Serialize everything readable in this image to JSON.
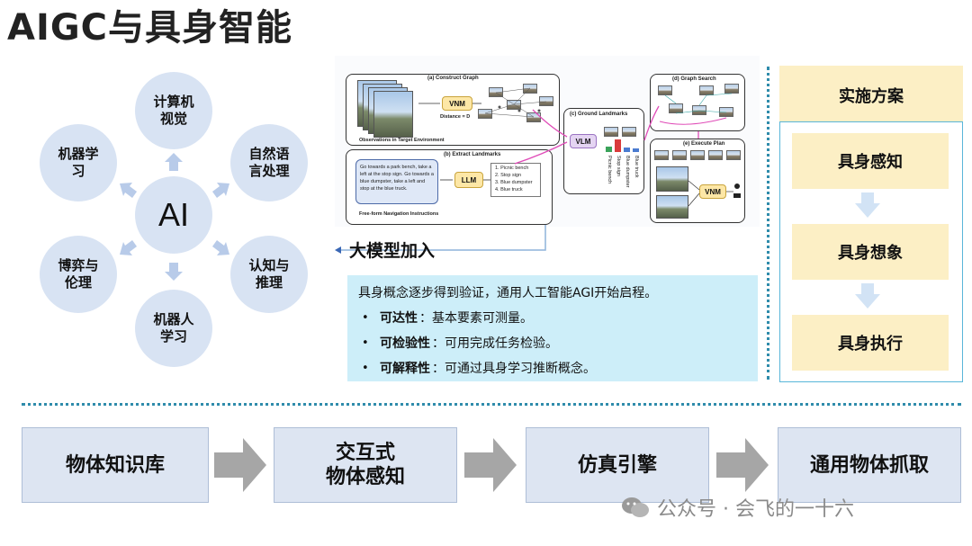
{
  "title": "AIGC与具身智能",
  "wheel": {
    "center": "AI",
    "nodes": [
      {
        "label": "计算机\n视觉"
      },
      {
        "label": "自然语\n言处理"
      },
      {
        "label": "认知与\n推理"
      },
      {
        "label": "机器人\n学习"
      },
      {
        "label": "博弈与\n伦理"
      },
      {
        "label": "机器学\n习"
      }
    ]
  },
  "figure": {
    "panels": {
      "construct": "(a) Construct Graph",
      "extract": "(b) Extract Landmarks",
      "ground": "(c) Ground Landmarks",
      "search": "(d) Graph Search",
      "execute": "(e) Execute Plan"
    },
    "obs_caption": "Observations in Target Environment",
    "distance": "Distance = D",
    "instructions_caption": "Free-form Navigation Instructions",
    "instruction_text": "Go towards a park bench, take a left at the stop sign. Go towards a blue dumpster, take a left and stop at the blue truck.",
    "modules": {
      "vnm": "VNM",
      "llm": "LLM",
      "vlm": "VLM",
      "vnm2": "VNM"
    },
    "landmarks": [
      "1. Picnic bench",
      "2. Stop sign",
      "3. Blue dumpster",
      "4. Blue truck"
    ],
    "bar_labels": [
      "Picnic bench",
      "Stop sign",
      "Blue dumpster",
      "Blue truck"
    ],
    "bar_colors": [
      "#3aa35a",
      "#d93b3b",
      "#4a7bd0",
      "#4a7bd0"
    ]
  },
  "big_model_label": "大模型加入",
  "info": {
    "intro": "具身概念逐步得到验证，通用人工智能AGI开始启程。",
    "bullets": [
      {
        "term": "可达性",
        "desc": "：基本要素可测量。"
      },
      {
        "term": "可检验性",
        "desc": "：可用完成任务检验。"
      },
      {
        "term": "可解释性",
        "desc": "：可通过具身学习推断概念。"
      }
    ],
    "bullet_symbol": "•"
  },
  "plan": {
    "header": "实施方案",
    "steps": [
      "具身感知",
      "具身想象",
      "具身执行"
    ]
  },
  "pipeline": [
    "物体知识库",
    "交互式\n物体感知",
    "仿真引擎",
    "通用物体抓取"
  ],
  "watermark": "公众号 · 会飞的一十六",
  "colors": {
    "node_fill": "#d8e3f3",
    "arrow_fill": "#b8cbe9",
    "info_bg": "#cdeef9",
    "plan_fill": "#fcefc5",
    "dots": "#2f8cab",
    "stage_fill": "#dde5f2",
    "stage_arrow": "#a6a6a6"
  }
}
